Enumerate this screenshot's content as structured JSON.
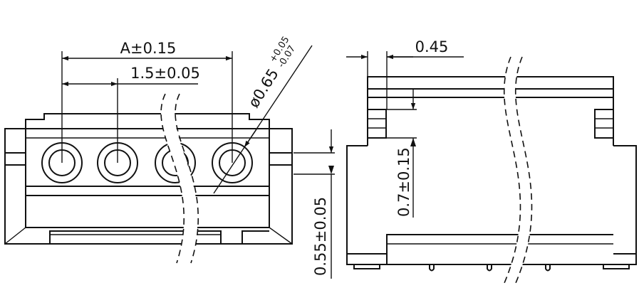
{
  "dimensions": {
    "a_pitch": "A±0.15",
    "pitch": "1.5±0.05",
    "diameter_main": "ø0.65",
    "diameter_tol_upper": "+0.05",
    "diameter_tol_lower": "-0.07",
    "wall": "0.45",
    "pin_height": "0.7±0.15",
    "pin_offset": "0.55±0.05"
  }
}
